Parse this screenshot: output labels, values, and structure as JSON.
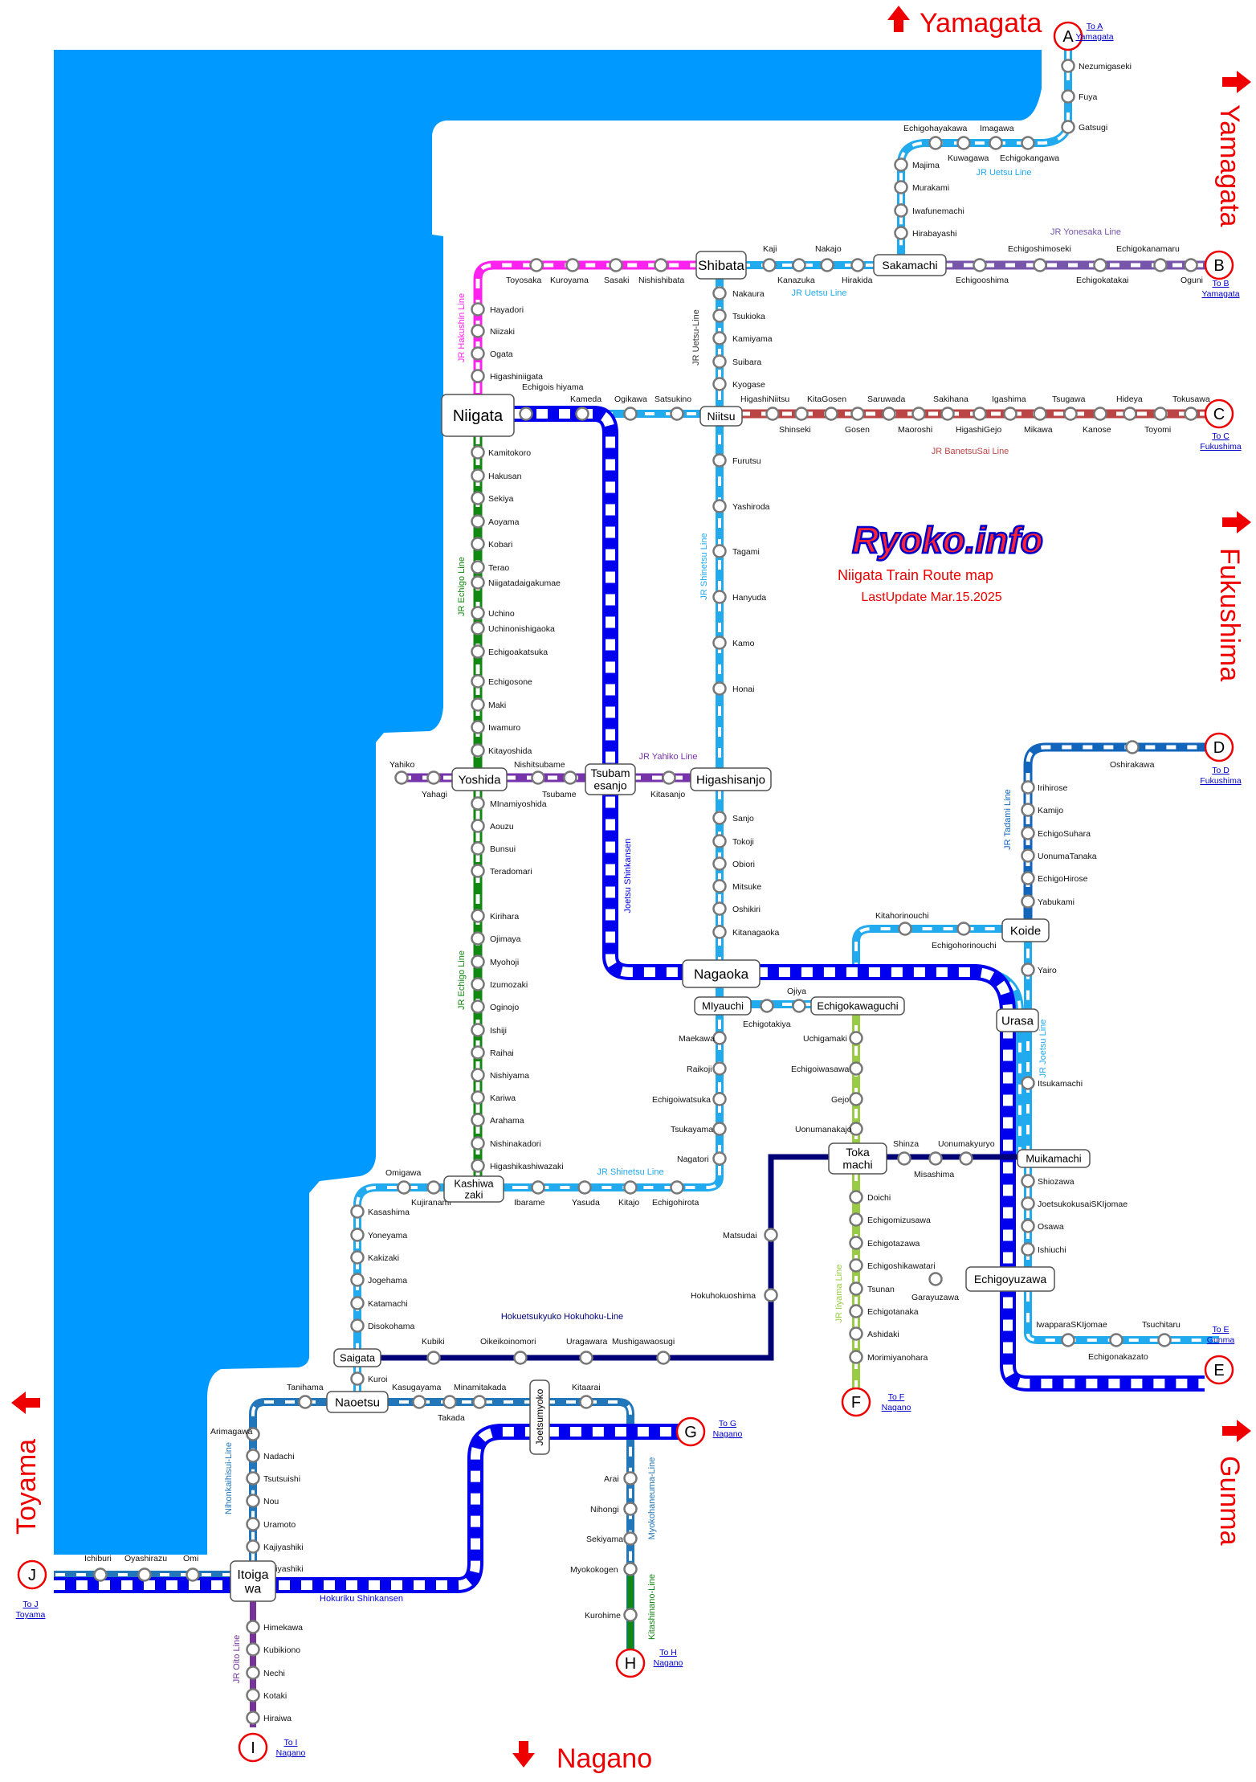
{
  "brand": {
    "logo": "Ryoko.info",
    "title": "Niigata Train Route map",
    "updated": "LastUpdate Mar.15.2025"
  },
  "colors": {
    "sea": "#0099ff",
    "uetsu": "#22aaee",
    "hakushin": "#ff22ee",
    "echigo": "#118811",
    "banetsusai": "#bb4444",
    "yonesaka": "#7755aa",
    "yahiko": "#7733aa",
    "joetsu_shinkansen": "#0000ee",
    "tadami": "#1166bb",
    "joetsu": "#22aaee",
    "iiyama": "#99cc44",
    "hokuhoku": "#000077",
    "shinetsu": "#22aaee",
    "nihonkai": "#2277bb",
    "oito": "#773399",
    "myoko": "#2277bb",
    "kitashinano": "#118811",
    "hokuriku": "#0000ee",
    "red": "#ee0000"
  },
  "directions": [
    {
      "key": "n",
      "text": "Yamagata"
    },
    {
      "key": "e1",
      "text": "Yamagata"
    },
    {
      "key": "e2",
      "text": "Fukushima"
    },
    {
      "key": "e3",
      "text": "Gunma"
    },
    {
      "key": "w",
      "text": "Toyama"
    },
    {
      "key": "s",
      "text": "Nagano"
    }
  ],
  "exits": [
    {
      "id": "A",
      "to": "To A",
      "dest": "Yamagata"
    },
    {
      "id": "B",
      "to": "To B",
      "dest": "Yamagata"
    },
    {
      "id": "C",
      "to": "To C",
      "dest": "Fukushima"
    },
    {
      "id": "D",
      "to": "To D",
      "dest": "Fukushima"
    },
    {
      "id": "E",
      "to": "To E",
      "dest": "Gunma"
    },
    {
      "id": "F",
      "to": "To F",
      "dest": "Nagano"
    },
    {
      "id": "G",
      "to": "To G",
      "dest": "Nagano"
    },
    {
      "id": "H",
      "to": "To H",
      "dest": "Nagano"
    },
    {
      "id": "I",
      "to": "To I",
      "dest": "Nagano"
    },
    {
      "id": "J",
      "to": "To J",
      "dest": "Toyama"
    }
  ],
  "major_stations": [
    "Niigata",
    "Shibata",
    "Sakamachi",
    "Niitsu",
    "Yoshida",
    "Tsubam esanjo",
    "Higashisanjo",
    "Koide",
    "Nagaoka",
    "MIyauchi",
    "Echigokawaguchi",
    "Urasa",
    "Toka machi",
    "Muikamachi",
    "Kashiwa zaki",
    "Echigoyuzawa",
    "Saigata",
    "Naoetsu",
    "Joetsumyoko",
    "Itoiga wa"
  ],
  "line_names": [
    "JR Uetsu Line",
    "JR Uetsu Line",
    "JR Uetsu-Line",
    "JR Yonesaka Line",
    "JR Hakushin Line",
    "JR BanetsuSai Line",
    "JR Echigo Line",
    "JR Echigo Line",
    "JR Yahiko Line",
    "JR Shinetsu Line",
    "Joetsu Shinkansen",
    "JR Tadami Line",
    "JR Joetsu Line",
    "JR Iiyama Line",
    "JR Shinetsu Line",
    "Hokuetsukyuko Hokuhoku-Line",
    "Nihonkaihisui-Line",
    "Myokohaneuma-Line",
    "Kitashinano-Line",
    "Hokuriku Shinkansen",
    "JR Oito Line"
  ],
  "stations": [
    "Nezumigaseki",
    "Fuya",
    "Gatsugi",
    "Echigohayakawa",
    "Kuwagawa",
    "Imagawa",
    "Echigokangawa",
    "Majima",
    "Murakami",
    "Iwafunemachi",
    "Hirabayashi",
    "Echigooshima",
    "Echigoshimoseki",
    "Echigokatakai",
    "Echigokanamaru",
    "Oguni",
    "Kaji",
    "Kanazuka",
    "Nakajo",
    "Hirakida",
    "Toyosaka",
    "Kuroyama",
    "Sasaki",
    "Nishishibata",
    "Hayadori",
    "Niizaki",
    "Ogata",
    "Higashiniigata",
    "Nakaura",
    "Tsukioka",
    "Kamiyama",
    "Suibara",
    "Kyogase",
    "Echigois hiyama",
    "Kameda",
    "Ogikawa",
    "Satsukino",
    "HigashiNiitsu",
    "Shinseki",
    "KitaGosen",
    "Gosen",
    "Saruwada",
    "Maoroshi",
    "Sakihana",
    "HigashiGejo",
    "Igashima",
    "Mikawa",
    "Tsugawa",
    "Kanose",
    "Hideya",
    "Toyomi",
    "Tokusawa",
    "Furutsu",
    "Yashiroda",
    "Tagami",
    "Hanyuda",
    "Kamo",
    "Honai",
    "Kamitokoro",
    "Hakusan",
    "Sekiya",
    "Aoyama",
    "Kobari",
    "Terao",
    "Niigatadaigakumae",
    "Uchino",
    "Uchinonishigaoka",
    "Echigoakatsuka",
    "Echigosone",
    "Maki",
    "Iwamuro",
    "Kitayoshida",
    "Yahiko",
    "Yahagi",
    "Nishitsubame",
    "Tsubame",
    "Kitasanjo",
    "MInamiyoshida",
    "Aouzu",
    "Bunsui",
    "Teradomari",
    "Kirihara",
    "Ojimaya",
    "Myohoji",
    "Izumozaki",
    "Oginojo",
    "Ishiji",
    "Raihai",
    "Nishiyama",
    "Kariwa",
    "Arahama",
    "Nishinakadori",
    "Higashikashiwazaki",
    "Sanjo",
    "Tokoji",
    "Obiori",
    "Mitsuke",
    "Oshikiri",
    "Kitanagaoka",
    "Oshirakawa",
    "Irihirose",
    "Kamijo",
    "EchigoSuhara",
    "UonumaTanaka",
    "EchigoHirose",
    "Yabukami",
    "Kitahorinouchi",
    "Echigohorinouchi",
    "Yairo",
    "Itsukamachi",
    "Ojiya",
    "Echigotakiya",
    "Maekawa",
    "Raikoji",
    "Echigoiwatsuka",
    "Tsukayama",
    "Nagatori",
    "Uchigamaki",
    "Echigoiwasawa",
    "Gejo",
    "Uonumanakajo",
    "Shinza",
    "Misashima",
    "Uonumakyuryo",
    "Shiozawa",
    "JoetsukokusaiSKIjomae",
    "Osawa",
    "Ishiuchi",
    "Garayuzawa",
    "IwapparaSKIjomae",
    "Echigonakazato",
    "Tsuchitaru",
    "Doichi",
    "Echigomizusawa",
    "Echigotazawa",
    "Echigoshikawatari",
    "Tsunan",
    "Echigotanaka",
    "Ashidaki",
    "Morimiyanohara",
    "Omigawa",
    "Kujiranami",
    "Ibarame",
    "Yasuda",
    "Kitajo",
    "Echigohirota",
    "Kasashima",
    "Yoneyama",
    "Kakizaki",
    "Jogehama",
    "Katamachi",
    "Disokohama",
    "Matsudai",
    "Hokuhokuoshima",
    "Kubiki",
    "Oikeikoinomori",
    "Uragawara",
    "Mushigawaosugi",
    "Kuroi",
    "Tanihama",
    "Kasugayama",
    "Minamitakada",
    "Takada",
    "Kitaarai",
    "Arimagawa",
    "Nadachi",
    "Tsutsuishi",
    "Nou",
    "Uramoto",
    "Kajiyashiki",
    "Kajiyashiki",
    "Arai",
    "Nihongi",
    "Sekiyama",
    "Myokokogen",
    "Kurohime",
    "Ichiburi",
    "Oyashirazu",
    "Omi",
    "Himekawa",
    "Kubikiono",
    "Nechi",
    "Kotaki",
    "Hiraiwa"
  ]
}
